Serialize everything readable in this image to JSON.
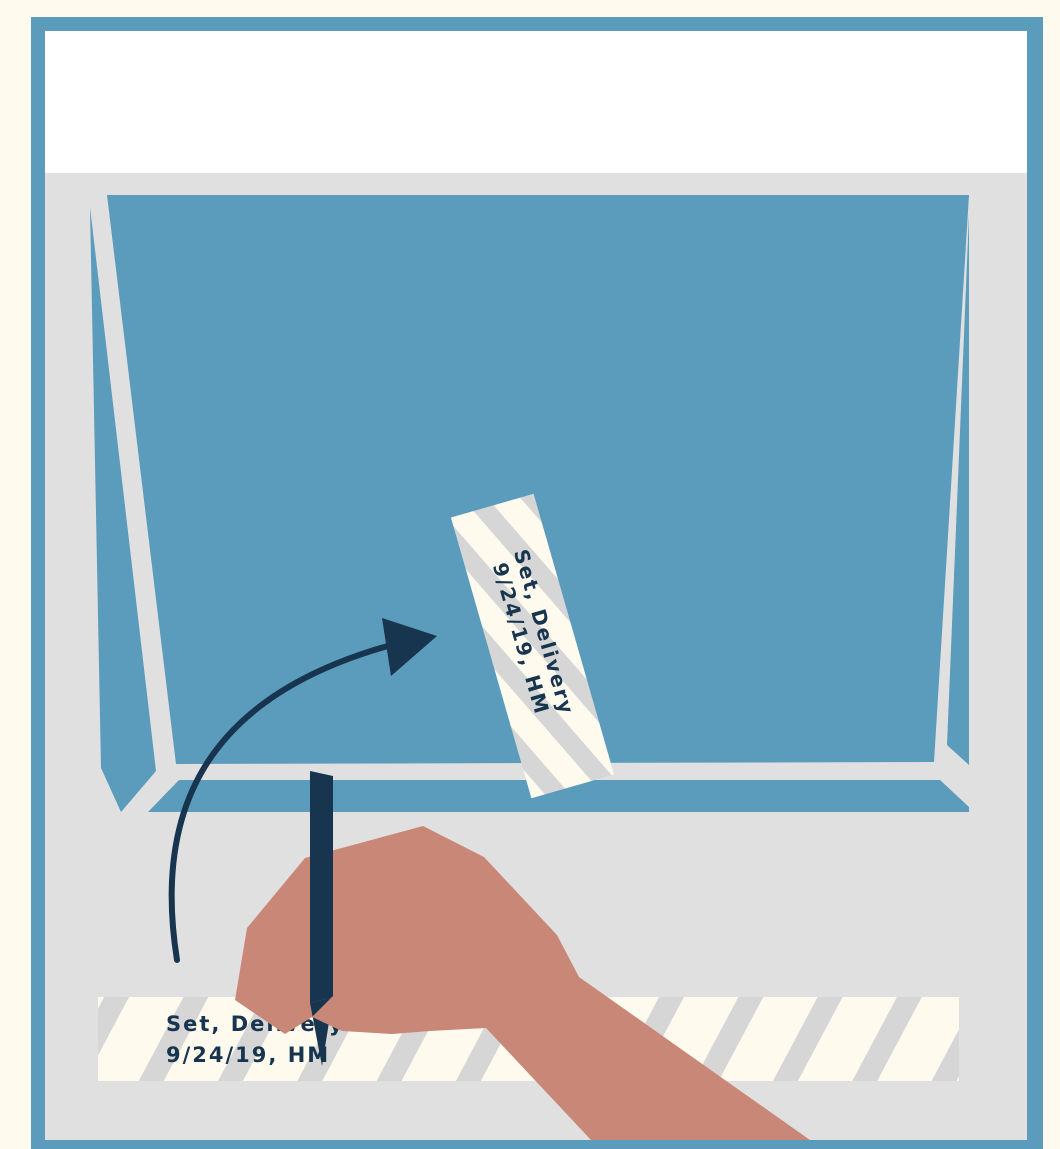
{
  "labels": {
    "tape_on_window_line1": "Set, Delivery",
    "tape_on_window_line2": "9/24/19, HM",
    "tape_strip_line1": "Set, Delivery",
    "tape_strip_line2": "9/24/19, HM"
  },
  "colors": {
    "page_background": "#fffaee",
    "frame_border": "#5b9bbb",
    "panel_top": "#ffffff",
    "panel_bottom": "#e0e0e0",
    "window_glass": "#5b9bbb",
    "tape_cream": "#fffaee",
    "tape_stripe": "#d6d6d6",
    "skin": "#c98877",
    "ink_navy": "#17354f"
  },
  "icons": {
    "arrow": "curved-arrow-icon",
    "pen": "pen-icon",
    "hand": "hand-icon"
  }
}
